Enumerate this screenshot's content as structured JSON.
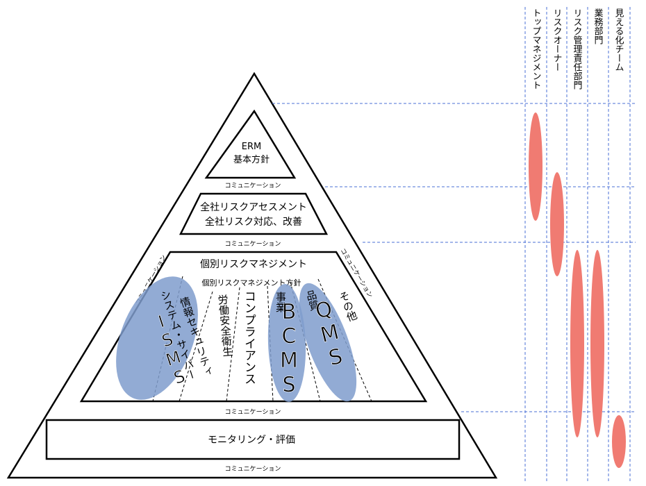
{
  "roles": [
    "トップマネジメント",
    "リスクオーナー",
    "リスク管理責任部門",
    "業務部門",
    "見える化チーム"
  ],
  "pyramid": {
    "tier1": {
      "line1": "ERM",
      "line2": "基本方針"
    },
    "tier2": {
      "line1": "全社リスクアセスメント",
      "line2": "全社リスク対応、改善"
    },
    "tier3": {
      "title": "個別リスクマネジメント",
      "policy": "個別リスクマネジメント方針",
      "isms_small": "情報セキュリティ",
      "isms_small2": "システム・サイバー",
      "isms_big": "ISMS",
      "labor": "労働安全衛生",
      "compliance": "コンプライアンス",
      "bcms_small": "事業",
      "bcms_big": "BCMS",
      "qms_small": "品質",
      "qms_big": "QMS",
      "other": "その他"
    },
    "tier4": {
      "label": "モニタリング・評価"
    },
    "communication": "コミュニケーション",
    "communication_side": "コミュニケーション"
  },
  "colors": {
    "ellipse_blue": "#7f9ccc",
    "role_bar_red": "#f07b72",
    "dash_blue": "#4a6fd6"
  }
}
